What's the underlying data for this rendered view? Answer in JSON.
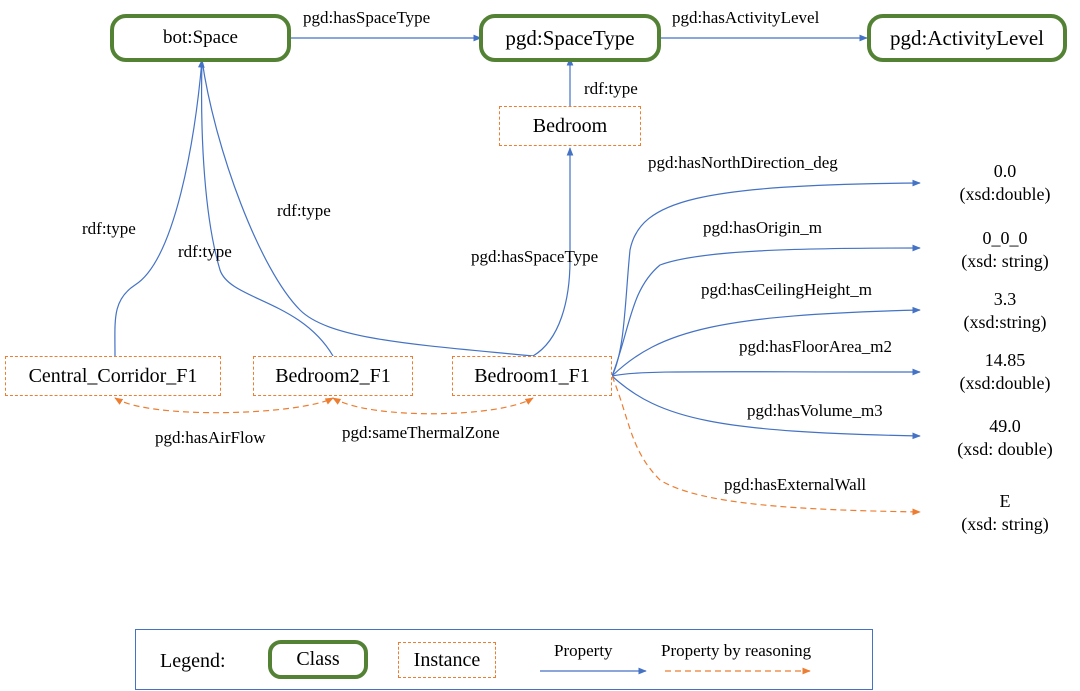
{
  "classes": {
    "bot_space": "bot:Space",
    "space_type": "pgd:SpaceType",
    "activity_level": "pgd:ActivityLevel"
  },
  "instances": {
    "bedroom": "Bedroom",
    "central_corridor": "Central_Corridor_F1",
    "bedroom2": "Bedroom2_F1",
    "bedroom1": "Bedroom1_F1"
  },
  "edge_labels": {
    "has_space_type_top": "pgd:hasSpaceType",
    "has_activity_level": "pgd:hasActivityLevel",
    "rdf_type_bedroom": "rdf:type",
    "rdf_type_corridor": "rdf:type",
    "rdf_type_bedroom2": "rdf:type",
    "rdf_type_bedroom1": "rdf:type",
    "has_space_type_bedroom1": "pgd:hasSpaceType",
    "has_north_direction": "pgd:hasNorthDirection_deg",
    "has_origin": "pgd:hasOrigin_m",
    "has_ceiling_height": "pgd:hasCeilingHeight_m",
    "has_floor_area": "pgd:hasFloorArea_m2",
    "has_volume": "pgd:hasVolume_m3",
    "has_external_wall": "pgd:hasExternalWall",
    "has_air_flow": "pgd:hasAirFlow",
    "same_thermal_zone": "pgd:sameThermalZone"
  },
  "literals": [
    {
      "value": "0.0",
      "type": "(xsd:double)"
    },
    {
      "value": "0_0_0",
      "type": "(xsd: string)"
    },
    {
      "value": "3.3",
      "type": "(xsd:string)"
    },
    {
      "value": "14.85",
      "type": "(xsd:double)"
    },
    {
      "value": "49.0",
      "type": "(xsd: double)"
    },
    {
      "value": "E",
      "type": "(xsd: string)"
    }
  ],
  "legend": {
    "title": "Legend:",
    "class_label": "Class",
    "instance_label": "Instance",
    "property_label": "Property",
    "reasoning_label": "Property by reasoning"
  },
  "colors": {
    "class_border": "#548235",
    "instance_border": "#ed7d31",
    "property_line": "#4472c4",
    "reasoning_line": "#ed7d31"
  }
}
